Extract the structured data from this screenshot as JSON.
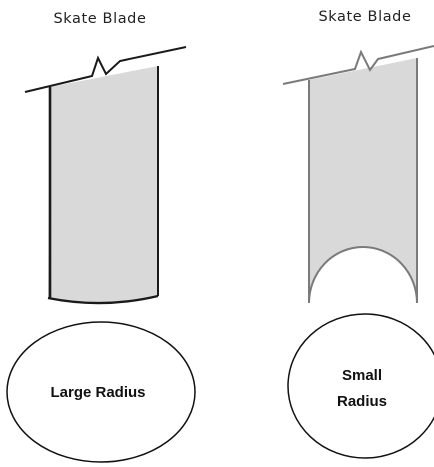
{
  "diagram": {
    "left_panel": {
      "title": "Skate Blade",
      "circle_label": "Large Radius"
    },
    "right_panel": {
      "title": "Skate Blade",
      "circle_label_line1": "Small",
      "circle_label_line2": "Radius"
    }
  },
  "colors": {
    "blade_fill": "#d9d9d9",
    "left_stroke": "#1a1a1a",
    "right_stroke": "#7a7a7a",
    "circle_stroke": "#111111"
  }
}
